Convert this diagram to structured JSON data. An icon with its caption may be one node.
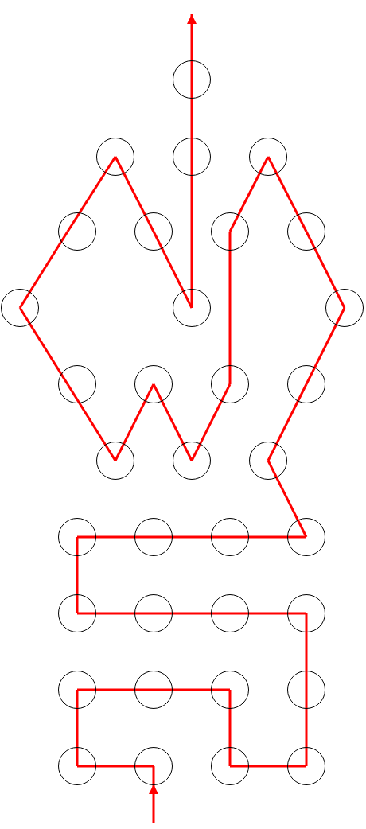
{
  "diagram": {
    "nodes": [
      {
        "text": [],
        "shape": "circle"
      },
      {
        "text": [],
        "shape": "circle"
      },
      {
        "text": [],
        "shape": "circle"
      },
      {
        "text": [],
        "shape": "circle"
      },
      {
        "text": [],
        "shape": "circle"
      },
      {
        "text": [],
        "shape": "circle"
      },
      {
        "text": [],
        "shape": "circle"
      },
      {
        "text": [],
        "shape": "circle"
      },
      {
        "text": [],
        "shape": "circle"
      },
      {
        "text": [],
        "shape": "circle"
      },
      {
        "text": [],
        "shape": "circle"
      },
      {
        "text": [],
        "shape": "circle"
      },
      {
        "text": [],
        "shape": "circle"
      },
      {
        "text": [],
        "shape": "circle"
      },
      {
        "text": [],
        "shape": "circle"
      },
      {
        "text": [],
        "shape": "circle"
      },
      {
        "text": [],
        "shape": "circle"
      },
      {
        "text": [],
        "shape": "circle"
      },
      {
        "text": [],
        "shape": "circle"
      },
      {
        "text": [],
        "shape": "circle"
      },
      {
        "text": [],
        "shape": "circle"
      },
      {
        "text": [],
        "shape": "circle"
      },
      {
        "text": [],
        "shape": "circle"
      },
      {
        "text": [],
        "shape": "circle"
      },
      {
        "text": [],
        "shape": "circle"
      },
      {
        "text": [],
        "shape": "circle"
      },
      {
        "text": [],
        "shape": "circle"
      },
      {
        "text": [],
        "shape": "circle"
      },
      {
        "text": [],
        "shape": "circle"
      },
      {
        "text": [],
        "shape": "circle"
      },
      {
        "text": [],
        "shape": "circle"
      },
      {
        "text": [],
        "shape": "circle"
      },
      {
        "text": [],
        "shape": "circle"
      },
      {
        "text": [],
        "shape": "circle"
      }
    ],
    "edges": [
      {
        "from": null,
        "to": 31,
        "arrow": "to"
      },
      {
        "from": 31,
        "to": 30,
        "arrow": "none"
      },
      {
        "from": 30,
        "to": 26,
        "arrow": "none"
      },
      {
        "from": 26,
        "to": 27,
        "arrow": "none"
      },
      {
        "from": 27,
        "to": 28,
        "arrow": "none"
      },
      {
        "from": 28,
        "to": 32,
        "arrow": "none"
      },
      {
        "from": 32,
        "to": 33,
        "arrow": "none"
      },
      {
        "from": 33,
        "to": 29,
        "arrow": "none"
      },
      {
        "from": 29,
        "to": 25,
        "arrow": "none"
      },
      {
        "from": 25,
        "to": 24,
        "arrow": "none"
      },
      {
        "from": 24,
        "to": 23,
        "arrow": "none"
      },
      {
        "from": 23,
        "to": 22,
        "arrow": "none"
      },
      {
        "from": 22,
        "to": 18,
        "arrow": "none"
      },
      {
        "from": 18,
        "to": 19,
        "arrow": "none"
      },
      {
        "from": 19,
        "to": 20,
        "arrow": "none"
      },
      {
        "from": 20,
        "to": 21,
        "arrow": "none"
      },
      {
        "from": 21,
        "to": 17,
        "arrow": "none"
      },
      {
        "from": 17,
        "to": 14,
        "arrow": "none"
      },
      {
        "from": 14,
        "to": 10,
        "arrow": "none"
      },
      {
        "from": 10,
        "to": 7,
        "arrow": "none"
      },
      {
        "from": 7,
        "to": 3,
        "arrow": "none"
      },
      {
        "from": 3,
        "to": 6,
        "arrow": "none"
      },
      {
        "from": 6,
        "to": 13,
        "arrow": "none"
      },
      {
        "from": 13,
        "to": 16,
        "arrow": "none"
      },
      {
        "from": 16,
        "to": 12,
        "arrow": "none"
      },
      {
        "from": 12,
        "to": 15,
        "arrow": "none"
      },
      {
        "from": 15,
        "to": 11,
        "arrow": "none"
      },
      {
        "from": 11,
        "to": 8,
        "arrow": "none"
      },
      {
        "from": 8,
        "to": 4,
        "arrow": "none"
      },
      {
        "from": 4,
        "to": 1,
        "arrow": "none"
      },
      {
        "from": 1,
        "to": 5,
        "arrow": "none"
      },
      {
        "from": 5,
        "to": 9,
        "arrow": "none"
      },
      {
        "from": 9,
        "to": 2,
        "arrow": "none"
      },
      {
        "from": 2,
        "to": 0,
        "arrow": "none"
      },
      {
        "from": 0,
        "to": null,
        "arrow": "to"
      }
    ]
  }
}
